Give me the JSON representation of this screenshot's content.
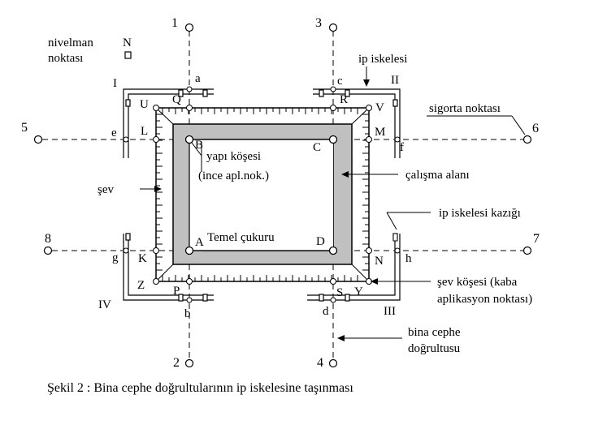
{
  "diagram": {
    "axis_numbers": {
      "n1": "1",
      "n2": "2",
      "n3": "3",
      "n4": "4",
      "n5": "5",
      "n6": "6",
      "n7": "7",
      "n8": "8"
    },
    "scaffold_labels": {
      "I": "I",
      "II": "II",
      "III": "III",
      "IV": "IV"
    },
    "nail_points": {
      "a": "a",
      "b": "b",
      "c": "c",
      "d": "d",
      "e": "e",
      "f": "f",
      "g": "g",
      "h": "h"
    },
    "inner_points": {
      "Q": "Q",
      "P": "P",
      "R": "R",
      "S": "S",
      "L": "L",
      "K": "K",
      "M": "M",
      "N": "N"
    },
    "slope_corners": {
      "U": "U",
      "V": "V",
      "Z": "Z",
      "Y": "Y"
    },
    "building_corners": {
      "A": "A",
      "B": "B",
      "C": "C",
      "D": "D"
    },
    "benchmark": {
      "line1": "nivelman",
      "line2": "noktası",
      "symbol": "N"
    },
    "labels": {
      "ip_iskelesi": "ip iskelesi",
      "sigorta_noktasi": "sigorta noktası",
      "yapi_kosesi": "yapı köşesi",
      "ince_apl": "(ince apl.nok.)",
      "calisma_alani": "çalışma alanı",
      "sev": "şev",
      "ip_iskelesi_kazigi": "ip iskelesi kazığı",
      "temel_cukuru": "Temel çukuru",
      "sev_kosesi_1": "şev köşesi (kaba",
      "sev_kosesi_2": "aplikasyon noktası)",
      "bina_cephe_1": "bina cephe",
      "bina_cephe_2": "doğrultusu"
    },
    "caption": "Şekil  2 : Bina cephe doğrultularının ip iskelesine taşınması",
    "colors": {
      "ink": "#000000",
      "work_strip": "#c0c0c0",
      "background": "#ffffff"
    }
  }
}
